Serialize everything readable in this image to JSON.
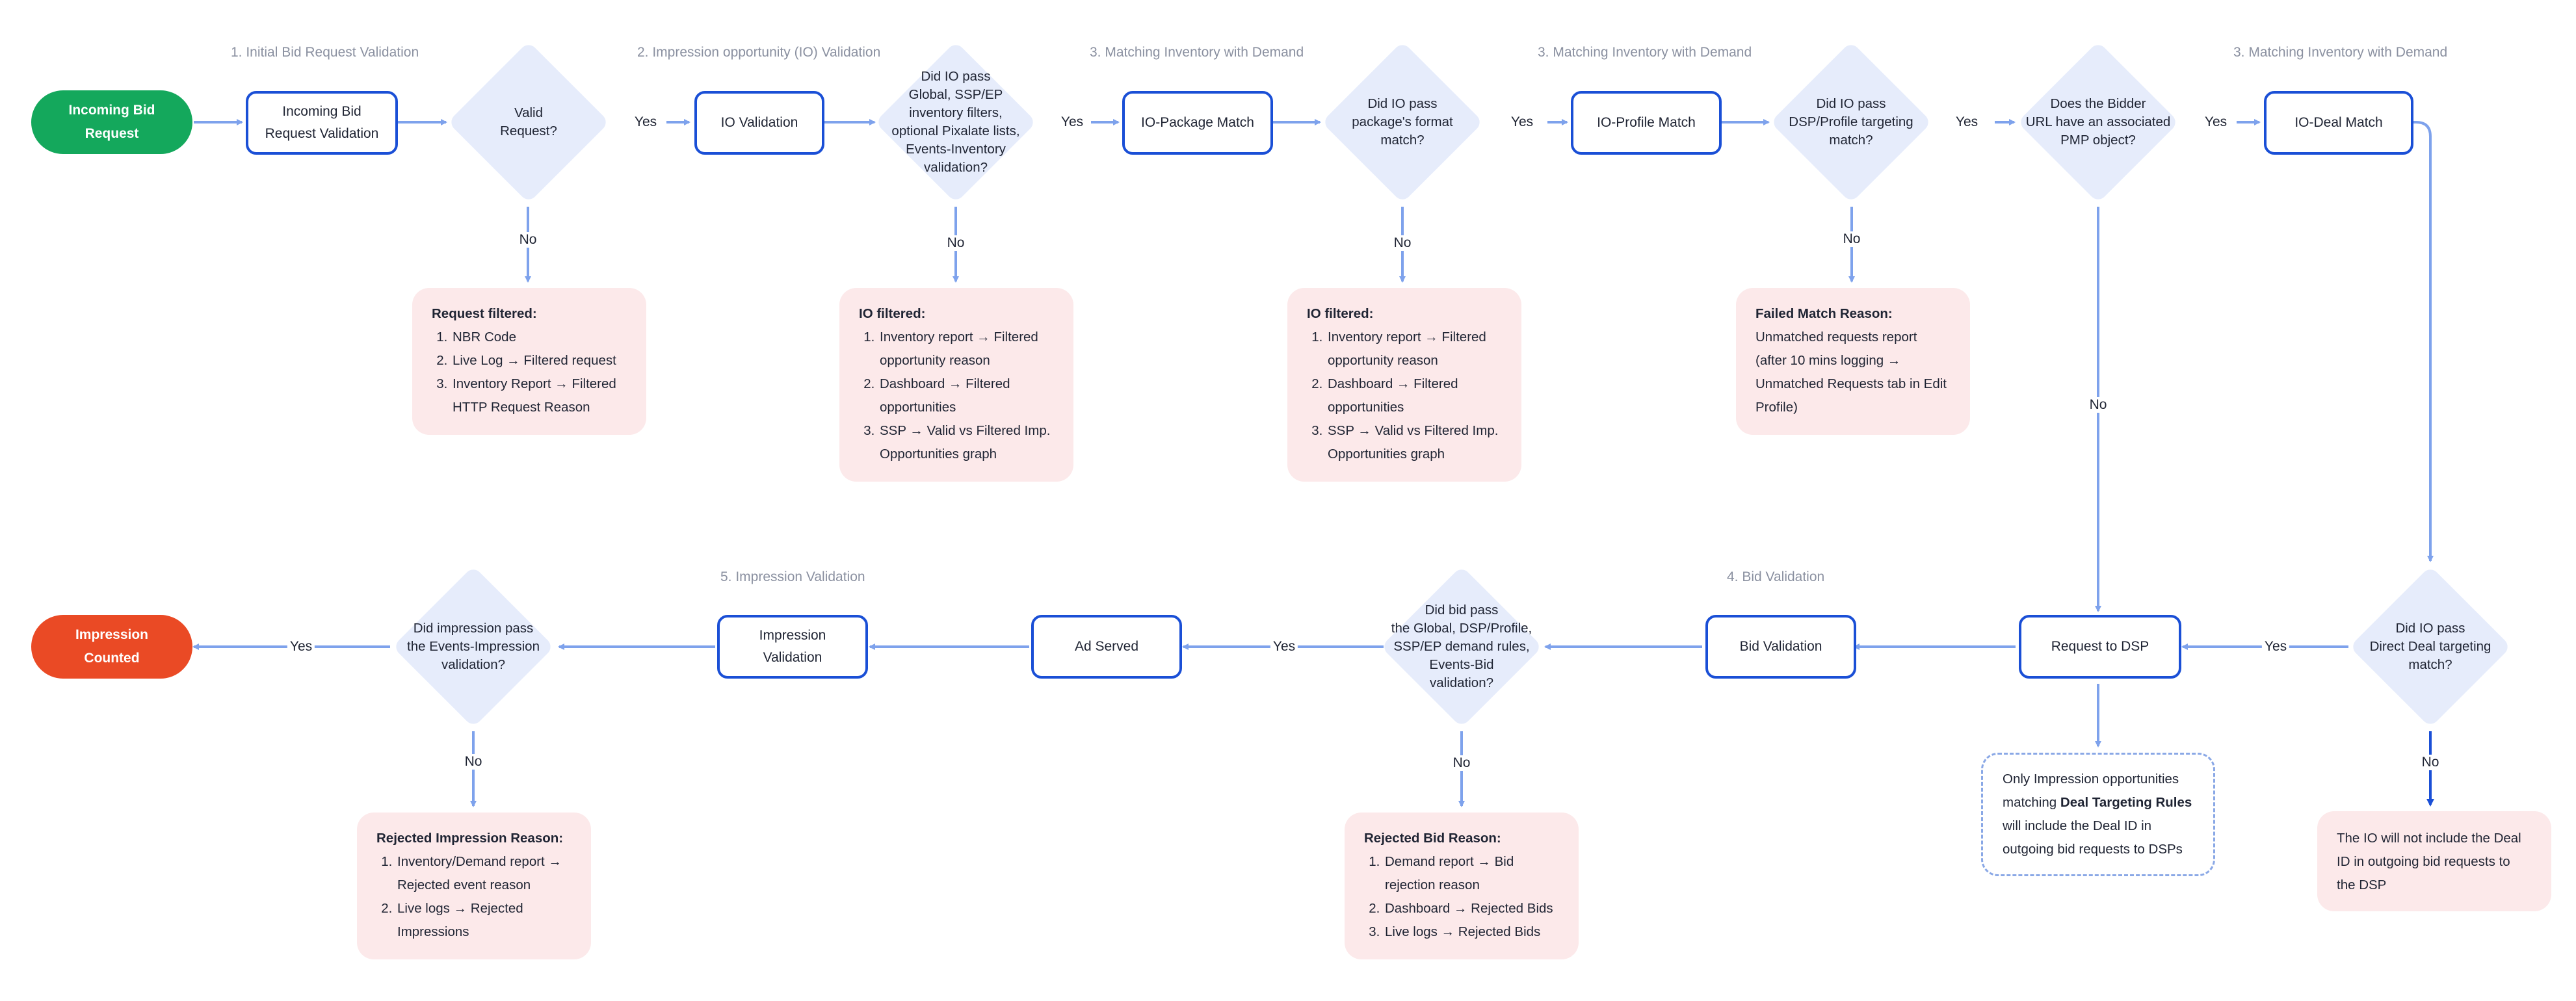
{
  "stages": {
    "s1": "1. Initial Bid Request Validation",
    "s2": "2. Impression opportunity (IO) Validation",
    "s3a": "3. Matching Inventory with Demand",
    "s3b": "3. Matching Inventory with Demand",
    "s3c": "3. Matching Inventory with Demand",
    "s4": "4. Bid Validation",
    "s5": "5. Impression Validation"
  },
  "terminals": {
    "incoming_line1": "Incoming Bid",
    "incoming_line2": "Request",
    "counted_line1": "Impression",
    "counted_line2": "Counted"
  },
  "processes": {
    "incoming_validation_line1": "Incoming Bid",
    "incoming_validation_line2": "Request Validation",
    "io_validation": "IO Validation",
    "io_package_match": "IO-Package Match",
    "io_profile_match": "IO-Profile Match",
    "io_deal_match": "IO-Deal Match",
    "request_to_dsp": "Request to DSP",
    "bid_validation": "Bid Validation",
    "ad_served": "Ad Served",
    "impression_validation_line1": "Impression",
    "impression_validation_line2": "Validation"
  },
  "decisions": {
    "valid_request": [
      "Valid",
      "Request?"
    ],
    "io_filters": [
      "Did IO pass",
      "Global, SSP/EP",
      "inventory filters,",
      "optional Pixalate lists,",
      "Events-Inventory",
      "validation?"
    ],
    "format_match": [
      "Did IO pass",
      "package's format",
      "match?"
    ],
    "targeting_match": [
      "Did IO pass",
      "DSP/Profile targeting",
      "match?"
    ],
    "pmp_object": [
      "Does the Bidder",
      "URL have an associated",
      "PMP object?"
    ],
    "direct_deal": [
      "Did IO pass",
      "Direct Deal targeting",
      "match?"
    ],
    "bid_rules": [
      "Did bid pass",
      "the Global, DSP/Profile,",
      "SSP/EP demand rules,",
      "Events-Bid",
      "validation?"
    ],
    "events_impression": [
      "Did impression pass",
      "the Events-Impression",
      "validation?"
    ]
  },
  "edge_labels": {
    "yes": "Yes",
    "no": "No"
  },
  "notes": {
    "request_filtered": {
      "title": "Request filtered:",
      "items": [
        "NBR Code",
        "Live Log → Filtered request",
        "Inventory Report → Filtered HTTP Request Reason"
      ]
    },
    "io_filtered_1": {
      "title": "IO filtered:",
      "items": [
        "Inventory report → Filtered opportunity reason",
        "Dashboard → Filtered opportunities",
        "SSP → Valid vs Filtered Imp. Opportunities graph"
      ]
    },
    "io_filtered_2": {
      "title": "IO filtered:",
      "items": [
        "Inventory report → Filtered opportunity reason",
        "Dashboard → Filtered opportunities",
        "SSP → Valid vs Filtered Imp. Opportunities graph"
      ]
    },
    "failed_match": {
      "title": "Failed Match Reason:",
      "body": "Unmatched requests report (after 10 mins logging → Unmatched Requests tab in Edit Profile)"
    },
    "deal_targeting": {
      "before": "Only Impression opportunities matching ",
      "bold": "Deal Targeting Rules",
      "after": " will include the Deal ID in outgoing bid requests to DSPs"
    },
    "no_deal_id": {
      "body": "The IO will not include the Deal ID in outgoing bid requests to the DSP"
    },
    "rejected_bid": {
      "title": "Rejected Bid Reason:",
      "items": [
        "Demand report → Bid rejection reason",
        "Dashboard → Rejected Bids",
        "Live logs → Rejected Bids"
      ]
    },
    "rejected_impression": {
      "title": "Rejected Impression Reason:",
      "items": [
        "Inventory/Demand report → Rejected event reason",
        "Live logs → Rejected Impressions"
      ]
    }
  },
  "colors": {
    "process_border": "#1a4fd6",
    "decision_fill": "#e6ecfb",
    "arrow": "#7ea2ec",
    "note_fill": "#fce9ea",
    "start_green": "#14a85c",
    "end_red": "#ea4a25"
  }
}
